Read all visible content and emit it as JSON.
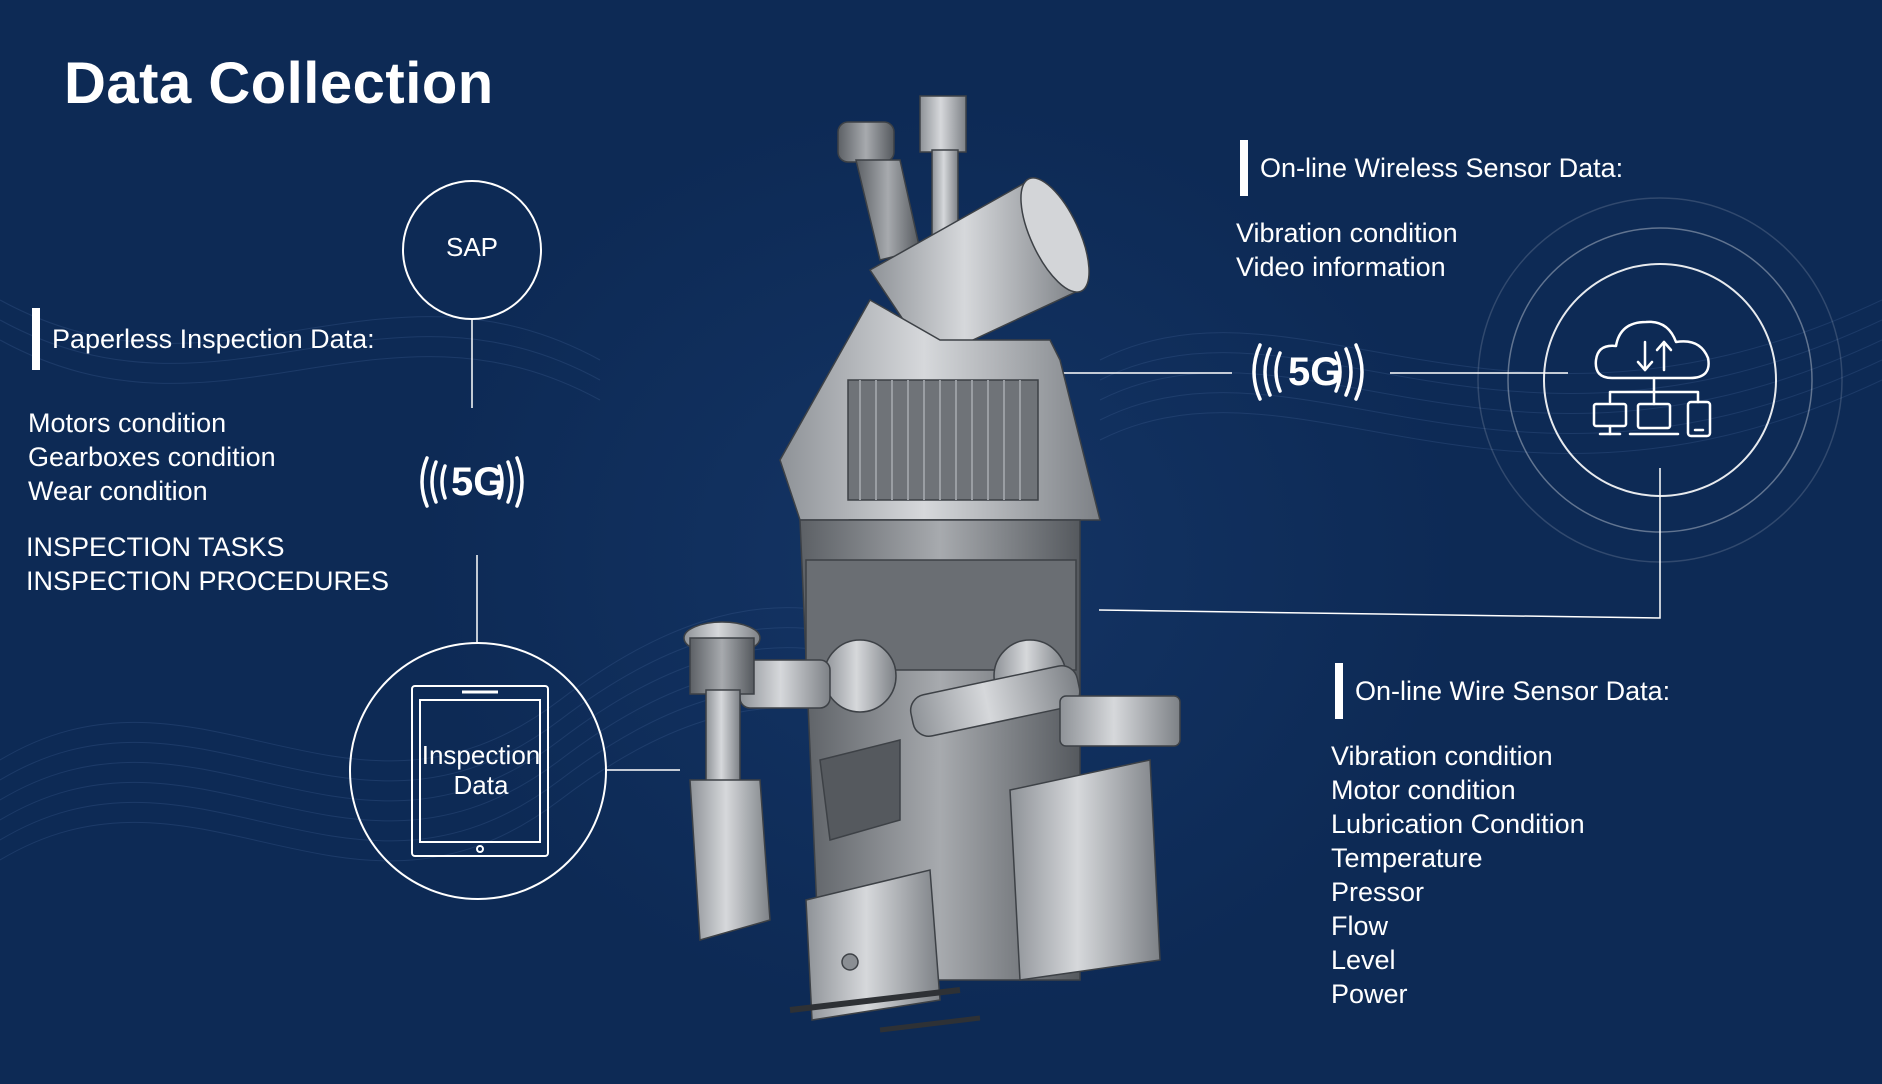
{
  "title": "Data Collection",
  "colors": {
    "background": "#0d2a55",
    "foreground": "#ffffff",
    "machine": "#b9bcc0"
  },
  "left": {
    "sap_label": "SAP",
    "heading": "Paperless Inspection Data:",
    "items": [
      "Motors condition",
      "Gearboxes condition",
      "Wear condition"
    ],
    "tasks": [
      "INSPECTION TASKS",
      "INSPECTION PROCEDURES"
    ],
    "fiveg": "5G",
    "tablet_label": "Inspection Data",
    "icons": [
      "wireless-5g-icon",
      "tablet-icon"
    ]
  },
  "right_top": {
    "heading": "On-line Wireless Sensor Data:",
    "items": [
      "Vibration condition",
      "Video information"
    ],
    "fiveg": "5G",
    "icons": [
      "wireless-5g-icon",
      "cloud-network-icon"
    ]
  },
  "right_bottom": {
    "heading": "On-line Wire Sensor Data:",
    "items": [
      "Vibration condition",
      "Motor condition",
      "Lubrication Condition",
      "Temperature",
      "Pressor",
      "Flow",
      "Level",
      "Power"
    ]
  },
  "machine": {
    "icon": "vertical-mill-icon"
  }
}
